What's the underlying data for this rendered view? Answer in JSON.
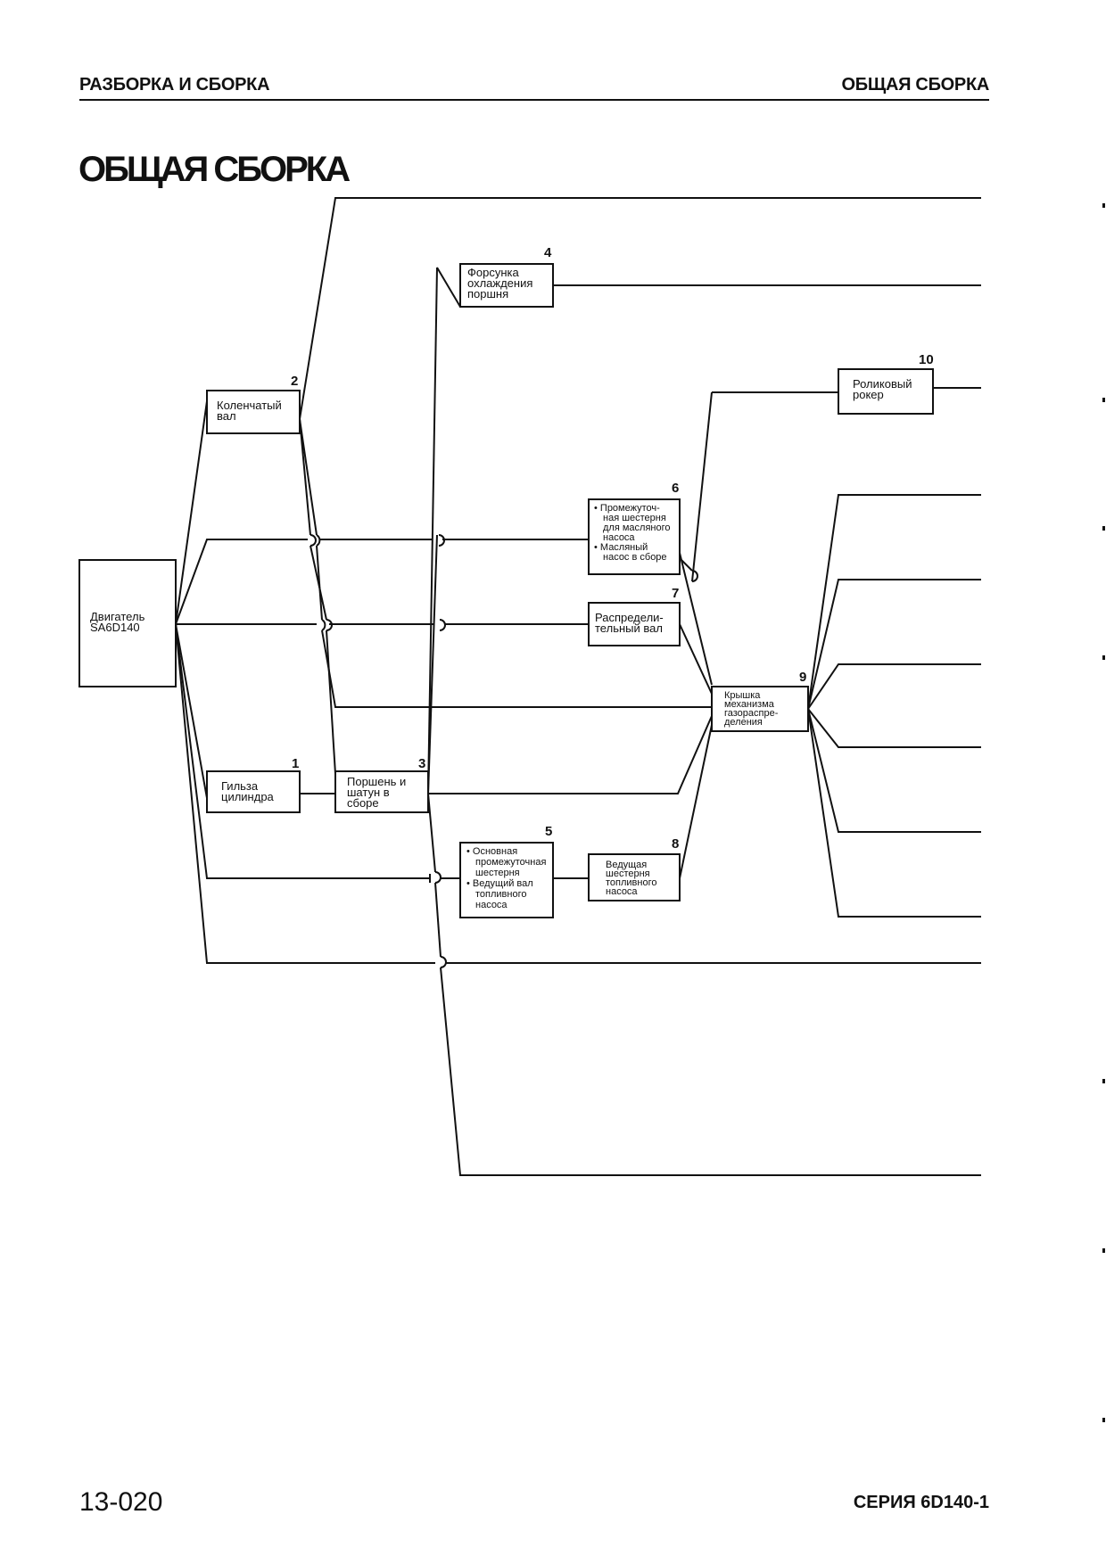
{
  "header": {
    "left": "РАЗБОРКА И СБОРКА",
    "right": "ОБЩАЯ СБОРКА"
  },
  "title": "ОБЩАЯ СБОРКА",
  "footer": {
    "page": "13-020",
    "series": "СЕРИЯ 6D140-1"
  },
  "nodes": {
    "engine": {
      "lines": [
        "Двигатель",
        "SA6D140"
      ]
    },
    "n1": {
      "number": "1",
      "lines": [
        "Гильза",
        "цилиндра"
      ]
    },
    "n2": {
      "number": "2",
      "lines": [
        "Коленчатый",
        "вал"
      ]
    },
    "n3": {
      "number": "3",
      "lines": [
        "Поршень и",
        "шатун в",
        "сборе"
      ]
    },
    "n4": {
      "number": "4",
      "lines": [
        "Форсунка",
        "охлаждения",
        "поршня"
      ]
    },
    "n5": {
      "number": "5",
      "lines": [
        "• Основная",
        "промежуточная",
        "шестерня",
        "• Ведущий вал",
        "топливного",
        "насоса"
      ]
    },
    "n6": {
      "number": "6",
      "lines": [
        "• Промежуточ-",
        "ная шестерня",
        "для масляного",
        "насоса",
        "• Масляный",
        "насос в сборе"
      ]
    },
    "n7": {
      "number": "7",
      "lines": [
        "Распредели-",
        "тельный вал"
      ]
    },
    "n8": {
      "number": "8",
      "lines": [
        "Ведущая",
        "шестерня",
        "топливного",
        "насоса"
      ]
    },
    "n9": {
      "number": "9",
      "lines": [
        "Крышка",
        "механизма",
        "газораспре-",
        "деления"
      ]
    },
    "n10": {
      "number": "10",
      "lines": [
        "Роликовый",
        "рокер"
      ]
    }
  }
}
